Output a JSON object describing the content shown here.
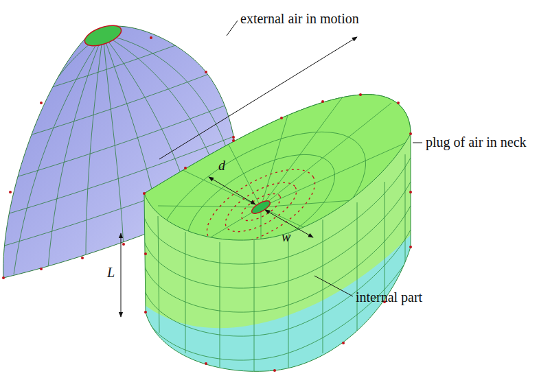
{
  "diagram": {
    "labels": [
      "external air in motion",
      "plug of air in neck",
      "internal part",
      "d",
      "w",
      "L"
    ]
  }
}
